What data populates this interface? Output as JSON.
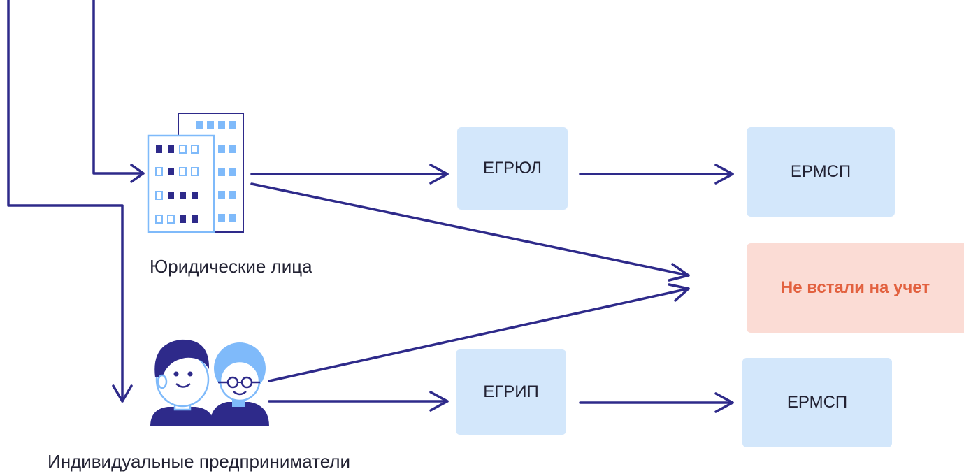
{
  "nodes": {
    "egryul": "ЕГРЮЛ",
    "ermsp_top": "ЕРМСП",
    "not_registered": "Не встали на учет",
    "egrip": "ЕГРИП",
    "ermsp_bottom": "ЕРМСП"
  },
  "labels": {
    "legal_entities": "Юридические лица",
    "individual_entrepreneurs": "Индивидуальные предприниматели"
  },
  "icons": {
    "legal_entities": "office-building-icon",
    "individual_entrepreneurs": "people-icon"
  },
  "colors": {
    "arrow": "#2e2a8a",
    "box_blue": "#d3e7fb",
    "box_red": "#fbdcd5",
    "text_red": "#e2613f",
    "icon_light": "#7fbafa",
    "icon_dark": "#2e2a8a"
  }
}
